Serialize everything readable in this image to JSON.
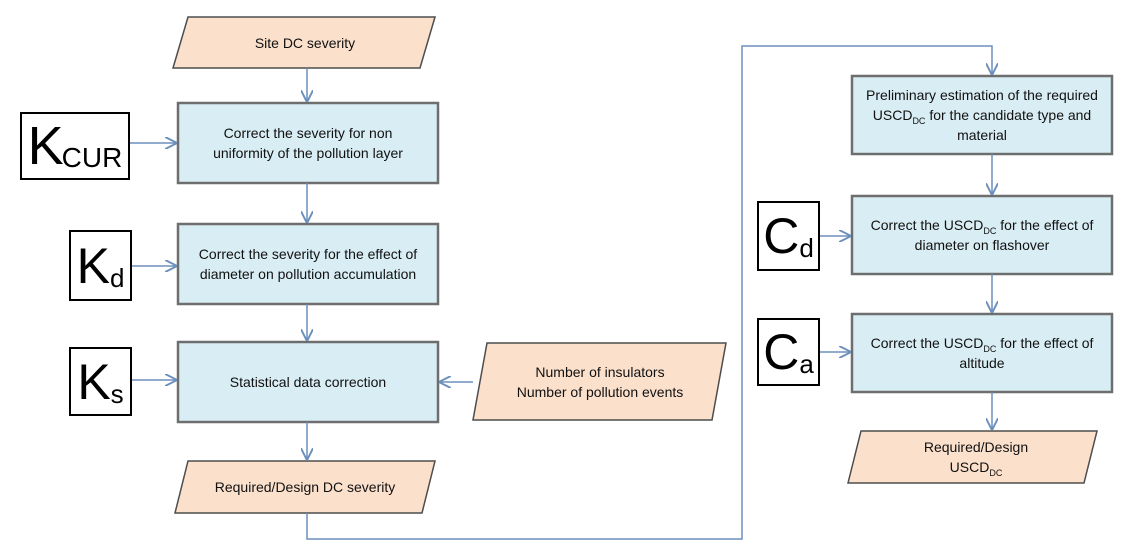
{
  "colors": {
    "process_fill": "#d9edf4",
    "process_border": "#6e6e6e",
    "io_fill": "#fbe0cc",
    "io_border": "#4d4d4d",
    "connector": "#6b8fbd"
  },
  "nodes": {
    "site_dc_severity": "Site DC severity",
    "correct_nonuniformity": "Correct the severity for non uniformity of the pollution layer",
    "correct_diameter_accumulation": "Correct the severity for the effect of diameter on pollution accumulation",
    "statistical_correction": "Statistical data correction",
    "statistical_inputs_line1": "Number of insulators",
    "statistical_inputs_line2": "Number of pollution events",
    "required_dc_severity": "Required/Design DC severity",
    "preliminary_a": "Preliminary estimation of the required USCD",
    "preliminary_b": " for the candidate type and material",
    "correct_usc_diam_a": "Correct the USCD",
    "correct_usc_diam_b": " for the effect of diameter on flashover",
    "correct_usc_alt_a": "Correct the USCD",
    "correct_usc_alt_b": " for the effect of altitude",
    "required_usc_line1": "Required/Design",
    "required_usc_line2": "USCD"
  },
  "subscript_dc": "DC",
  "factors": {
    "kcur": {
      "main": "K",
      "sub": "CUR"
    },
    "kd": {
      "main": "K",
      "sub": "d"
    },
    "ks": {
      "main": "K",
      "sub": "s"
    },
    "cd": {
      "main": "C",
      "sub": "d"
    },
    "ca": {
      "main": "C",
      "sub": "a"
    }
  }
}
